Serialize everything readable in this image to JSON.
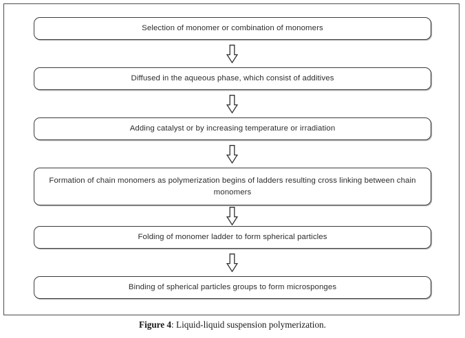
{
  "figure": {
    "caption_label": "Figure 4",
    "caption_separator": ":",
    "caption_text": "Liquid-liquid suspension polymerization."
  },
  "colors": {
    "frame_border": "#4a4a4a",
    "node_border": "#3b3b3b",
    "node_fill": "#ffffff",
    "text": "#2b2b2b",
    "caption_text": "#1a1a1a",
    "page_background": "#ffffff"
  },
  "chart_data": {
    "type": "diagram",
    "diagram_kind": "flowchart",
    "orientation": "top-to-bottom",
    "title": "Liquid-liquid suspension polymerization",
    "node_shape": "rounded-rectangle",
    "connector_glyph": "hollow-down-arrow",
    "nodes": [
      {
        "id": 1,
        "label": "Selection of monomer or combination of monomers",
        "lines": 1
      },
      {
        "id": 2,
        "label": "Diffused in the aqueous phase, which consist of additives",
        "lines": 1
      },
      {
        "id": 3,
        "label": "Adding catalyst or by increasing temperature or irradiation",
        "lines": 1
      },
      {
        "id": 4,
        "label": "Formation of chain monomers as polymerization begins of ladders resulting cross linking between chain monomers",
        "lines": 2
      },
      {
        "id": 5,
        "label": "Folding of monomer ladder to form spherical particles",
        "lines": 1
      },
      {
        "id": 6,
        "label": "Binding of spherical particles groups to form microsponges",
        "lines": 1
      }
    ],
    "edges": [
      {
        "from": 1,
        "to": 2
      },
      {
        "from": 2,
        "to": 3
      },
      {
        "from": 3,
        "to": 4
      },
      {
        "from": 4,
        "to": 5
      },
      {
        "from": 5,
        "to": 6
      }
    ]
  }
}
